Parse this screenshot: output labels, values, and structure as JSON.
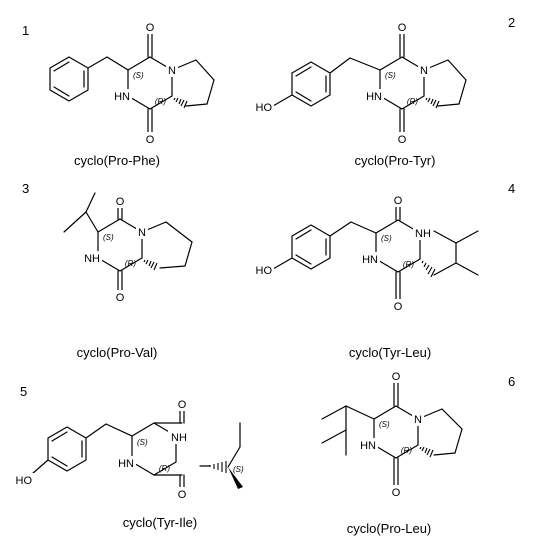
{
  "compounds": [
    {
      "number": "1",
      "name": "cyclo(Pro-Phe)",
      "atoms": {
        "n_ring": "N",
        "nh": "HN",
        "o_top": "O",
        "o_bottom": "O"
      },
      "stereo": {
        "s": "(S)",
        "r": "(R)"
      }
    },
    {
      "number": "2",
      "name": "cyclo(Pro-Tyr)",
      "atoms": {
        "n_ring": "N",
        "nh": "HN",
        "o_top": "O",
        "o_bottom": "O",
        "ho": "HO"
      },
      "stereo": {
        "s": "(S)",
        "r": "(R)"
      }
    },
    {
      "number": "3",
      "name": "cyclo(Pro-Val)",
      "atoms": {
        "n_ring": "N",
        "nh": "NH",
        "o_top": "O",
        "o_bottom": "O"
      },
      "stereo": {
        "s": "(S)",
        "r": "(R)"
      }
    },
    {
      "number": "4",
      "name": "cyclo(Tyr-Leu)",
      "atoms": {
        "nh_top": "NH",
        "nh": "HN",
        "o_top": "O",
        "o_bottom": "O",
        "ho": "HO"
      },
      "stereo": {
        "s": "(S)",
        "r": "(R)"
      }
    },
    {
      "number": "5",
      "name": "cyclo(Tyr-Ile)",
      "atoms": {
        "nh_top": "NH",
        "nh": "HN",
        "o_top": "O",
        "o_bottom": "O",
        "ho": "HO"
      },
      "stereo": {
        "s": "(S)",
        "r": "(R)",
        "s2": "(S)"
      }
    },
    {
      "number": "6",
      "name": "cyclo(Pro-Leu)",
      "atoms": {
        "n_ring": "N",
        "nh": "HN",
        "o_top": "O",
        "o_bottom": "O"
      },
      "stereo": {
        "s": "(S)",
        "r": "(R)"
      }
    }
  ]
}
